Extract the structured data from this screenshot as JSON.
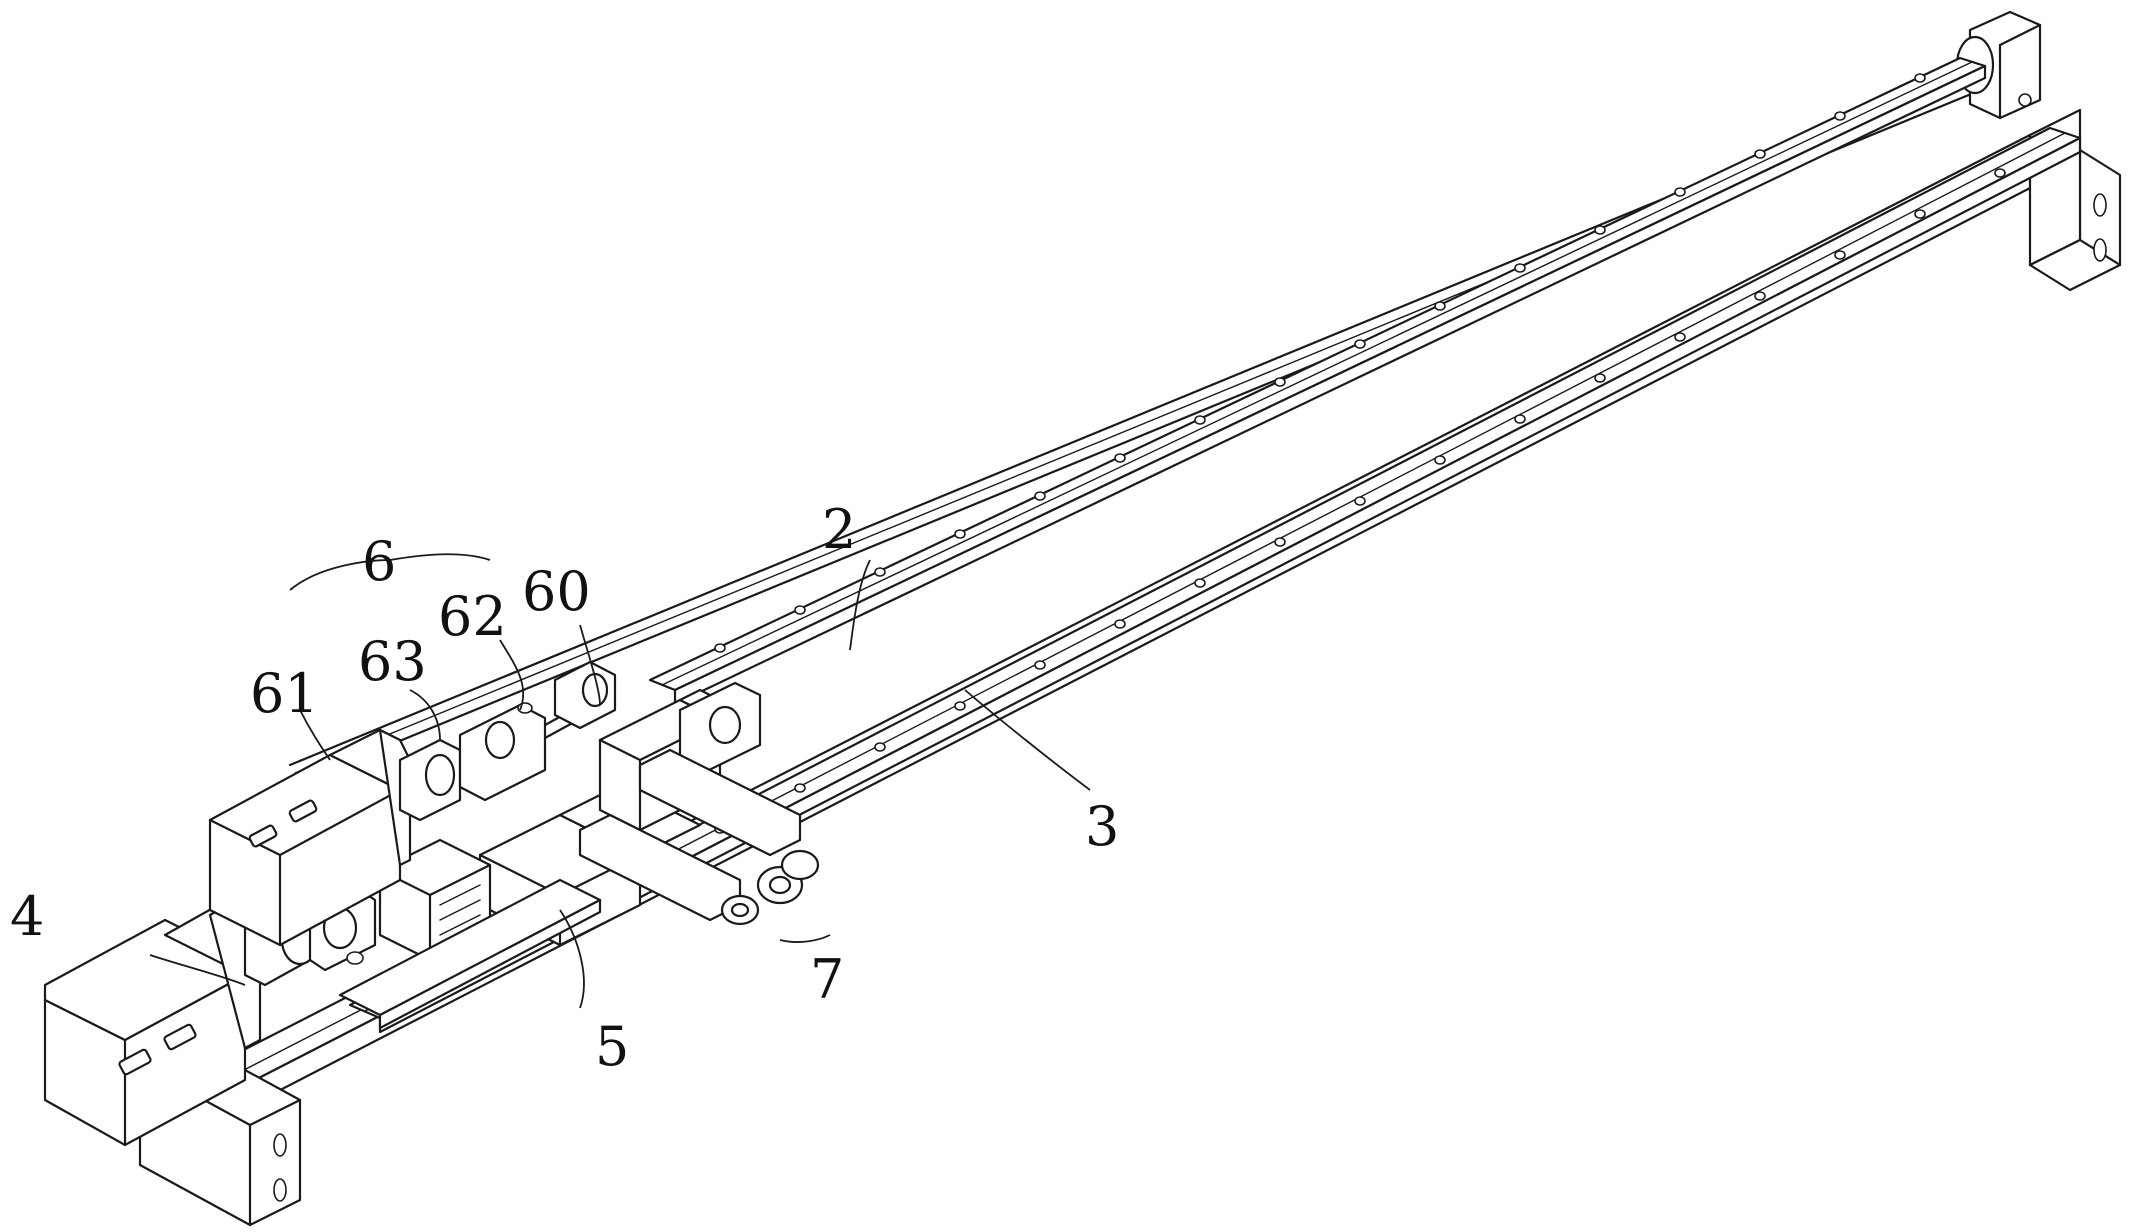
{
  "callouts": {
    "label_2": "2",
    "label_3": "3",
    "label_4": "4",
    "label_5": "5",
    "label_6": "6",
    "label_60": "60",
    "label_61": "61",
    "label_62": "62",
    "label_63": "63",
    "label_7": "7"
  }
}
